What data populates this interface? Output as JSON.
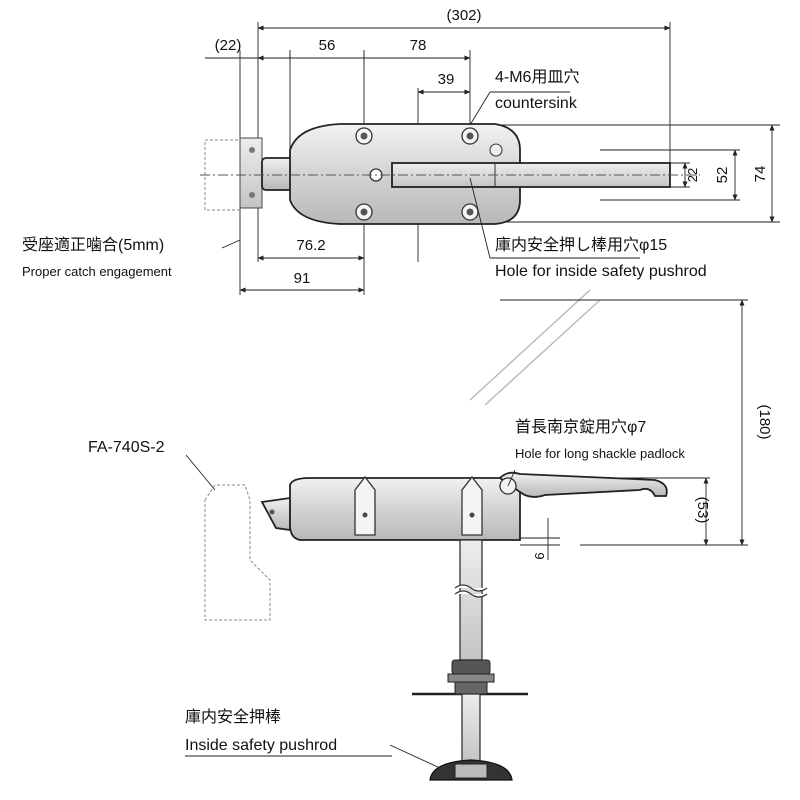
{
  "dimensions": {
    "overall": "(302)",
    "catch_offset": "(22)",
    "hole_spacing_a": "56",
    "hole_spacing_b": "78",
    "hole_offset": "39",
    "pushrod_dia": "22",
    "height_52": "52",
    "height_74": "74",
    "len_76_2": "76.2",
    "len_91": "91",
    "side_height": "(180)",
    "side_53": "(53)",
    "side_9": "9"
  },
  "labels": {
    "countersink_jp": "4-M6用皿穴",
    "countersink_en": "countersink",
    "catch_jp": "受座適正噛合(5mm)",
    "catch_en": "Proper catch engagement",
    "safety_hole_jp": "庫内安全押し棒用穴φ15",
    "safety_hole_en": "Hole for inside safety pushrod",
    "model": "FA-740S-2",
    "padlock_jp": "首長南京錠用穴φ7",
    "padlock_en": "Hole for long shackle padlock",
    "pushrod_jp": "庫内安全押棒",
    "pushrod_en": "Inside safety pushrod"
  }
}
